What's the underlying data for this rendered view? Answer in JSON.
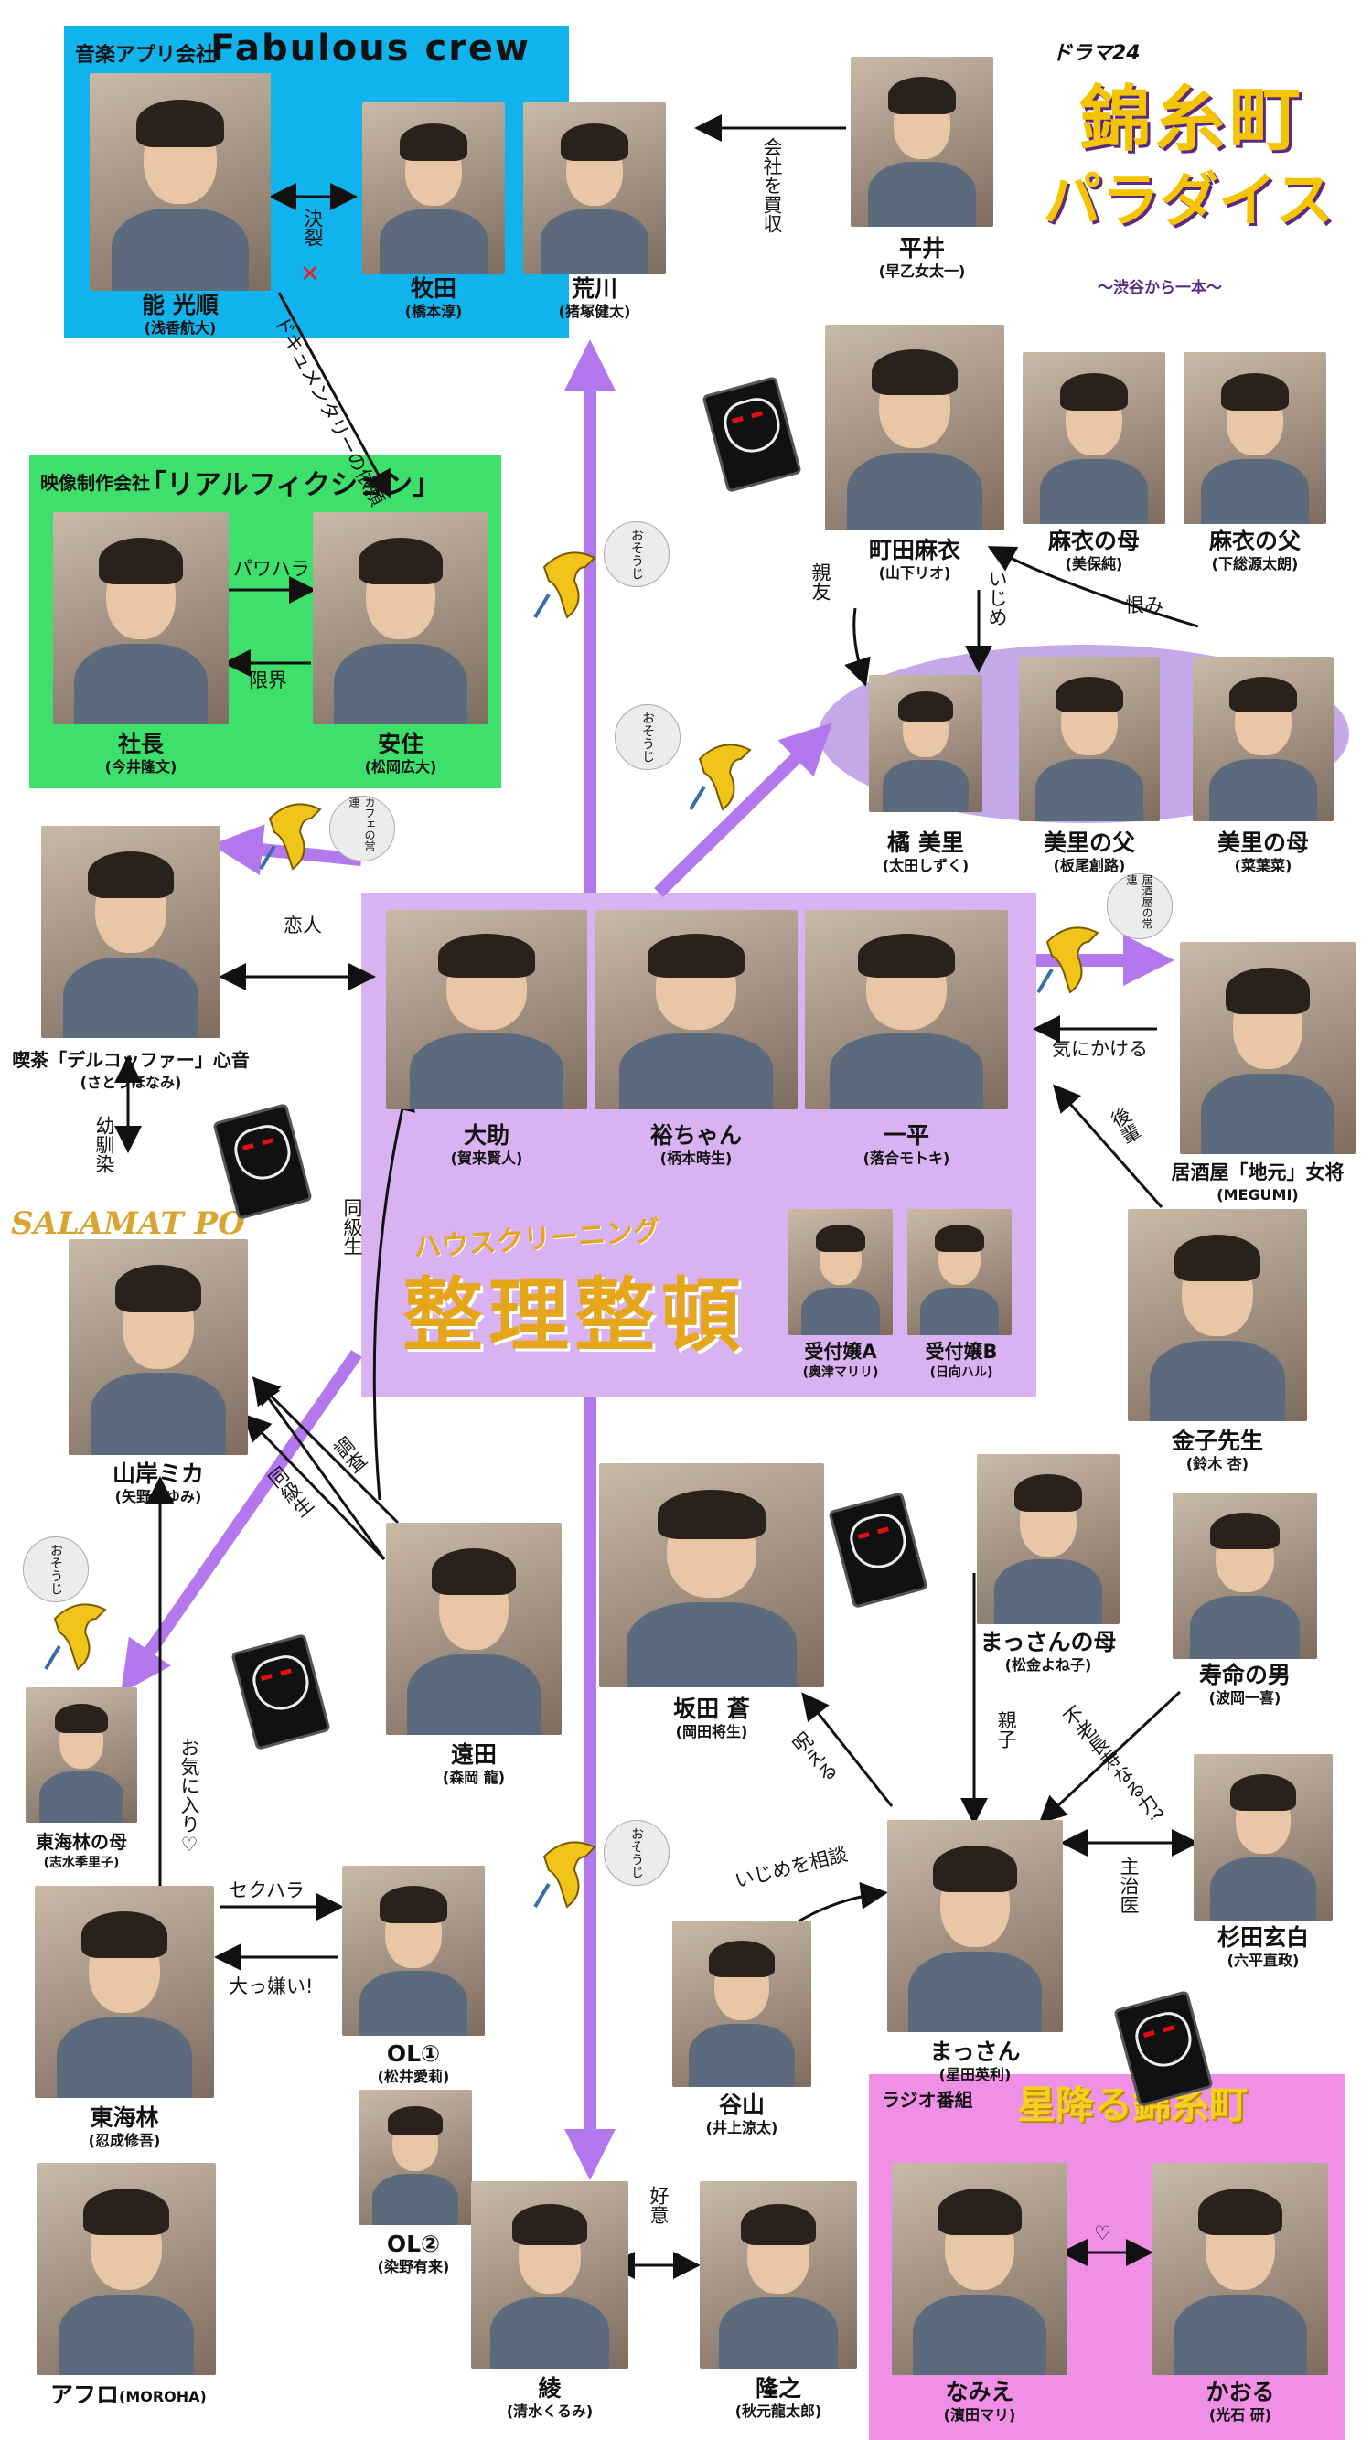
{
  "logo": {
    "brand": "ドラマ24",
    "title_line1": "錦糸町",
    "title_line2": "パラダイス",
    "subtitle": "〜渋谷から一本〜"
  },
  "boxes": {
    "fabulous": {
      "category": "音楽アプリ会社",
      "name": "Fabulous crew"
    },
    "real_fiction": {
      "category": "映像制作会社",
      "name": "「リアルフィクション」"
    },
    "cleaning": {
      "line1": "ハウスクリーニング",
      "line2": "整理整頓"
    },
    "radio": {
      "category": "ラジオ番組",
      "name": "星降る錦糸町"
    },
    "salamat": {
      "name": "SALAMAT PO"
    }
  },
  "characters": {
    "no": {
      "name": "能 光順",
      "actor": "(浅香航大)"
    },
    "makita": {
      "name": "牧田",
      "actor": "(橋本淳)"
    },
    "arakawa": {
      "name": "荒川",
      "actor": "(猪塚健太)"
    },
    "hirai": {
      "name": "平井",
      "actor": "(早乙女太一)"
    },
    "shacho": {
      "name": "社長",
      "actor": "(今井隆文)"
    },
    "anju": {
      "name": "安住",
      "actor": "(松岡広大)"
    },
    "machida": {
      "name": "町田麻衣",
      "actor": "(山下リオ)"
    },
    "mai_mother": {
      "name": "麻衣の母",
      "actor": "(美保純)"
    },
    "mai_father": {
      "name": "麻衣の父",
      "actor": "(下総源太朗)"
    },
    "misato": {
      "name": "橘 美里",
      "actor": "(太田しずく)"
    },
    "misato_father": {
      "name": "美里の父",
      "actor": "(板尾創路)"
    },
    "misato_mother": {
      "name": "美里の母",
      "actor": "(菜葉菜)"
    },
    "kokone": {
      "name": "喫茶「デルコッファー」心音",
      "actor": "(さとうほなみ)"
    },
    "daisuke": {
      "name": "大助",
      "actor": "(賀来賢人)"
    },
    "hiro": {
      "name": "裕ちゃん",
      "actor": "(柄本時生)"
    },
    "ippei": {
      "name": "一平",
      "actor": "(落合モトキ)"
    },
    "okami": {
      "name": "居酒屋「地元」女将",
      "actor": "(MEGUMI)"
    },
    "uketsuke_a": {
      "name": "受付嬢A",
      "actor": "(奥津マリリ)"
    },
    "uketsuke_b": {
      "name": "受付嬢B",
      "actor": "(日向ハル)"
    },
    "mika": {
      "name": "山岸ミカ",
      "actor": "(矢野あゆみ)"
    },
    "kaneko": {
      "name": "金子先生",
      "actor": "(鈴木 杏)"
    },
    "toda": {
      "name": "遠田",
      "actor": "(森岡 龍)"
    },
    "sakata": {
      "name": "坂田 蒼",
      "actor": "(岡田将生)"
    },
    "massan_mother": {
      "name": "まっさんの母",
      "actor": "(松金よね子)"
    },
    "jumyo": {
      "name": "寿命の男",
      "actor": "(波岡一喜)"
    },
    "tokairin_mother": {
      "name": "東海林の母",
      "actor": "(志水季里子)"
    },
    "sugita": {
      "name": "杉田玄白",
      "actor": "(六平直政)"
    },
    "tokairin": {
      "name": "東海林",
      "actor": "(忍成修吾)"
    },
    "ol1": {
      "name": "OL①",
      "actor": "(松井愛莉)"
    },
    "ol2": {
      "name": "OL②",
      "actor": "(染野有来)"
    },
    "taniyama": {
      "name": "谷山",
      "actor": "(井上涼太)"
    },
    "massan": {
      "name": "まっさん",
      "actor": "(星田英利)"
    },
    "afro": {
      "name": "アフロ",
      "actor": "(MOROHA)"
    },
    "aya": {
      "name": "綾",
      "actor": "(清水くるみ)"
    },
    "takayuki": {
      "name": "隆之",
      "actor": "(秋元龍太郎)"
    },
    "namie": {
      "name": "なみえ",
      "actor": "(濱田マリ)"
    },
    "kaoru": {
      "name": "かおる",
      "actor": "(光石 研)"
    }
  },
  "relations": {
    "buyout": "会社を買収",
    "breakup": "決裂",
    "breakup_mark": "✕",
    "documentary": "ドキュメンタリーの依頼",
    "power_harassment": "パワハラ",
    "limit": "限界",
    "best_friend": "親友",
    "bullying": "いじめ",
    "grudge": "恨み",
    "lovers": "恋人",
    "childhood": "幼馴染",
    "classmate1": "同級生",
    "cares": "気にかける",
    "junior": "後輩",
    "investigation": "調査",
    "classmate2": "同級生",
    "curse": "呪える",
    "parent_child": "親子",
    "immortal": "不老長寿なる力?",
    "bullying_consult": "いじめを相談",
    "doctor": "主治医",
    "favorite": "お気に入り♡",
    "sexual_harassment": "セクハラ",
    "hate": "大っ嫌い!",
    "crush": "好意",
    "radio_heart": "♡",
    "cafe_regular": "カフェの常連",
    "izakaya_regular": "居酒屋の常連",
    "cleaning1": "おそうじ",
    "cleaning2": "おそうじ",
    "cleaning3": "おそうじ",
    "cleaning4": "おそうじ"
  },
  "colors": {
    "fabulous_bg": "#11b3ec",
    "real_fiction_bg": "#3ee06c",
    "cleaning_bg": "#d9b2f2",
    "radio_bg": "#ef8fe6",
    "purple_arrow": "#b378ee",
    "gold": "#e6a61c",
    "mascot": "#f0c419"
  }
}
